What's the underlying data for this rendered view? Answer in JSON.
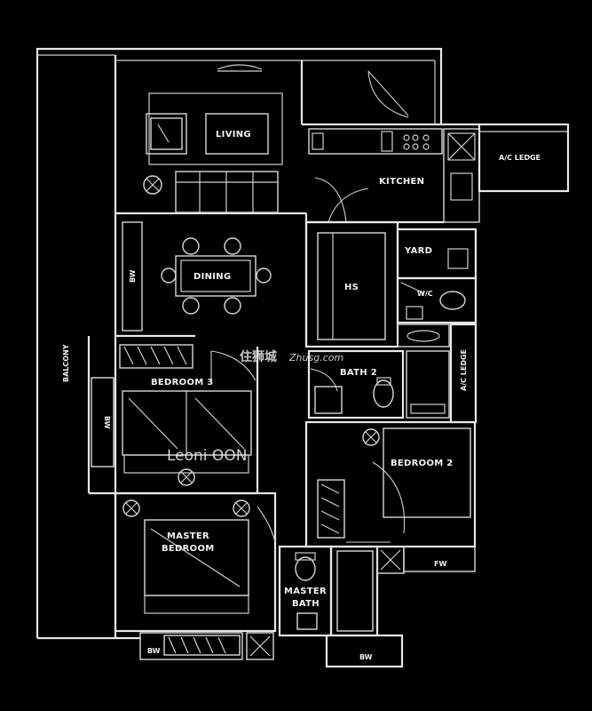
{
  "rooms": {
    "living": "LIVING",
    "dining": "DINING",
    "kitchen": "KITCHEN",
    "yard": "YARD",
    "hs": "HS",
    "bath2": "BATH 2",
    "bedroom3": "BEDROOM 3",
    "bedroom2": "BEDROOM 2",
    "master_bedroom_l1": "MASTER",
    "master_bedroom_l2": "BEDROOM",
    "master_bath_l1": "MASTER",
    "master_bath_l2": "BATH",
    "balcony": "BALCONY",
    "ac_ledge_top": "A/C LEDGE",
    "ac_ledge_right": "A/C LEDGE",
    "wc": "W/C"
  },
  "fixtures": {
    "bw": "BW",
    "fw": "FW"
  },
  "watermark": {
    "chinese": "住狮城",
    "site": "Zhusg.com"
  },
  "credit": "Leoni OON"
}
